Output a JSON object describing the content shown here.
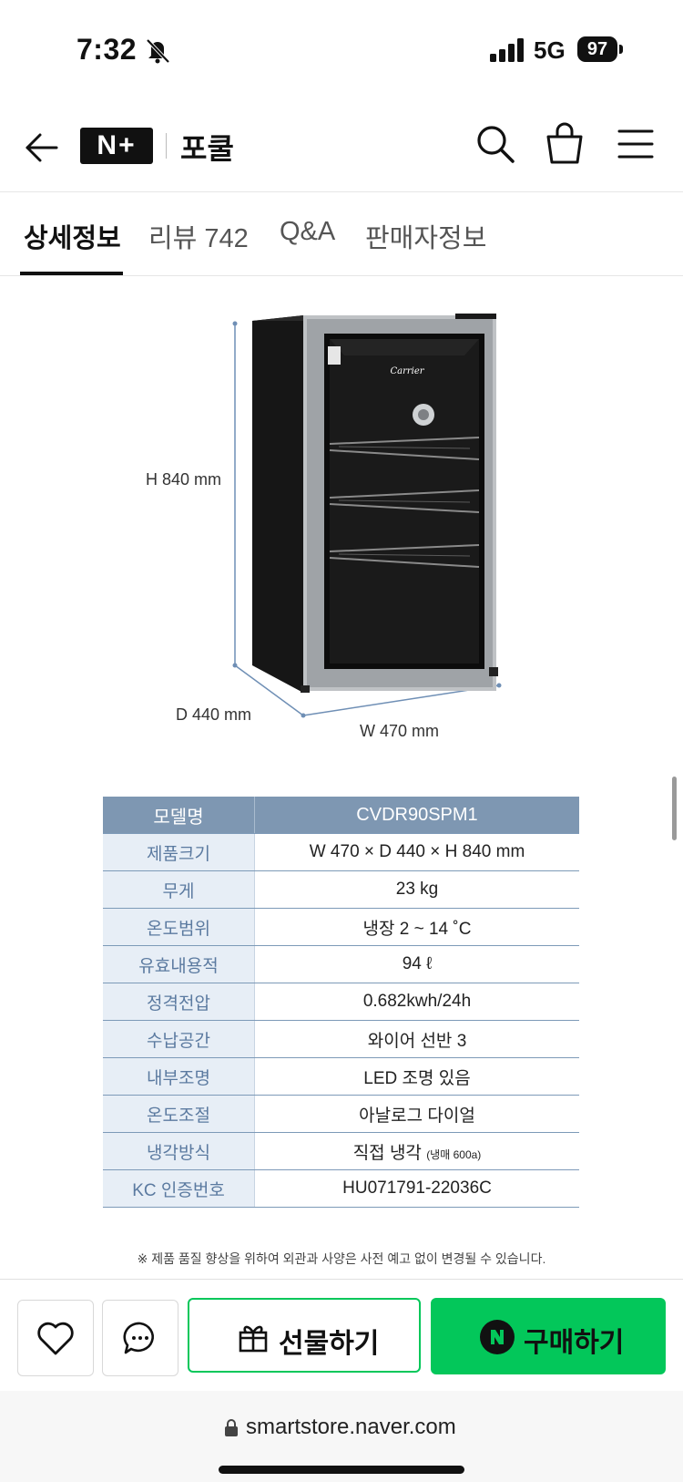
{
  "status_bar": {
    "time": "7:32",
    "network": "5G",
    "battery": "97"
  },
  "header": {
    "store_name": "포쿨",
    "logo_text": "N+"
  },
  "tabs": [
    {
      "label": "상세정보",
      "active": true
    },
    {
      "label": "리뷰 742",
      "active": false
    },
    {
      "label": "Q&A",
      "active": false
    },
    {
      "label": "판매자정보",
      "active": false
    }
  ],
  "product_image": {
    "brand": "Carrier",
    "height_label": "H 840 mm",
    "depth_label": "D 440 mm",
    "width_label": "W 470 mm"
  },
  "spec_table": {
    "header": {
      "key": "모델명",
      "value": "CVDR90SPM1"
    },
    "rows": [
      {
        "key": "제품크기",
        "value": "W 470 × D 440 × H 840 mm"
      },
      {
        "key": "무게",
        "value": "23 kg"
      },
      {
        "key": "온도범위",
        "value": "냉장 2 ~ 14 ˚C"
      },
      {
        "key": "유효내용적",
        "value": "94 ℓ"
      },
      {
        "key": "정격전압",
        "value": "0.682kwh/24h"
      },
      {
        "key": "수납공간",
        "value": "와이어 선반 3"
      },
      {
        "key": "내부조명",
        "value": "LED 조명 있음"
      },
      {
        "key": "온도조절",
        "value": "아날로그 다이얼"
      },
      {
        "key": "냉각방식",
        "value": "직접 냉각",
        "note": "(냉매 600a)"
      },
      {
        "key": "KC 인증번호",
        "value": "HU071791-22036C"
      }
    ],
    "footnote": "※ 제품 품질 향상을 위하여 외관과 사양은 사전 예고 없이 변경될 수 있습니다."
  },
  "actions": {
    "gift_label": "선물하기",
    "buy_label": "구매하기"
  },
  "browser": {
    "url": "smartstore.naver.com"
  },
  "colors": {
    "naver_green": "#03c75a",
    "table_header": "#7e97b2",
    "table_key_bg": "#e7eef6"
  }
}
